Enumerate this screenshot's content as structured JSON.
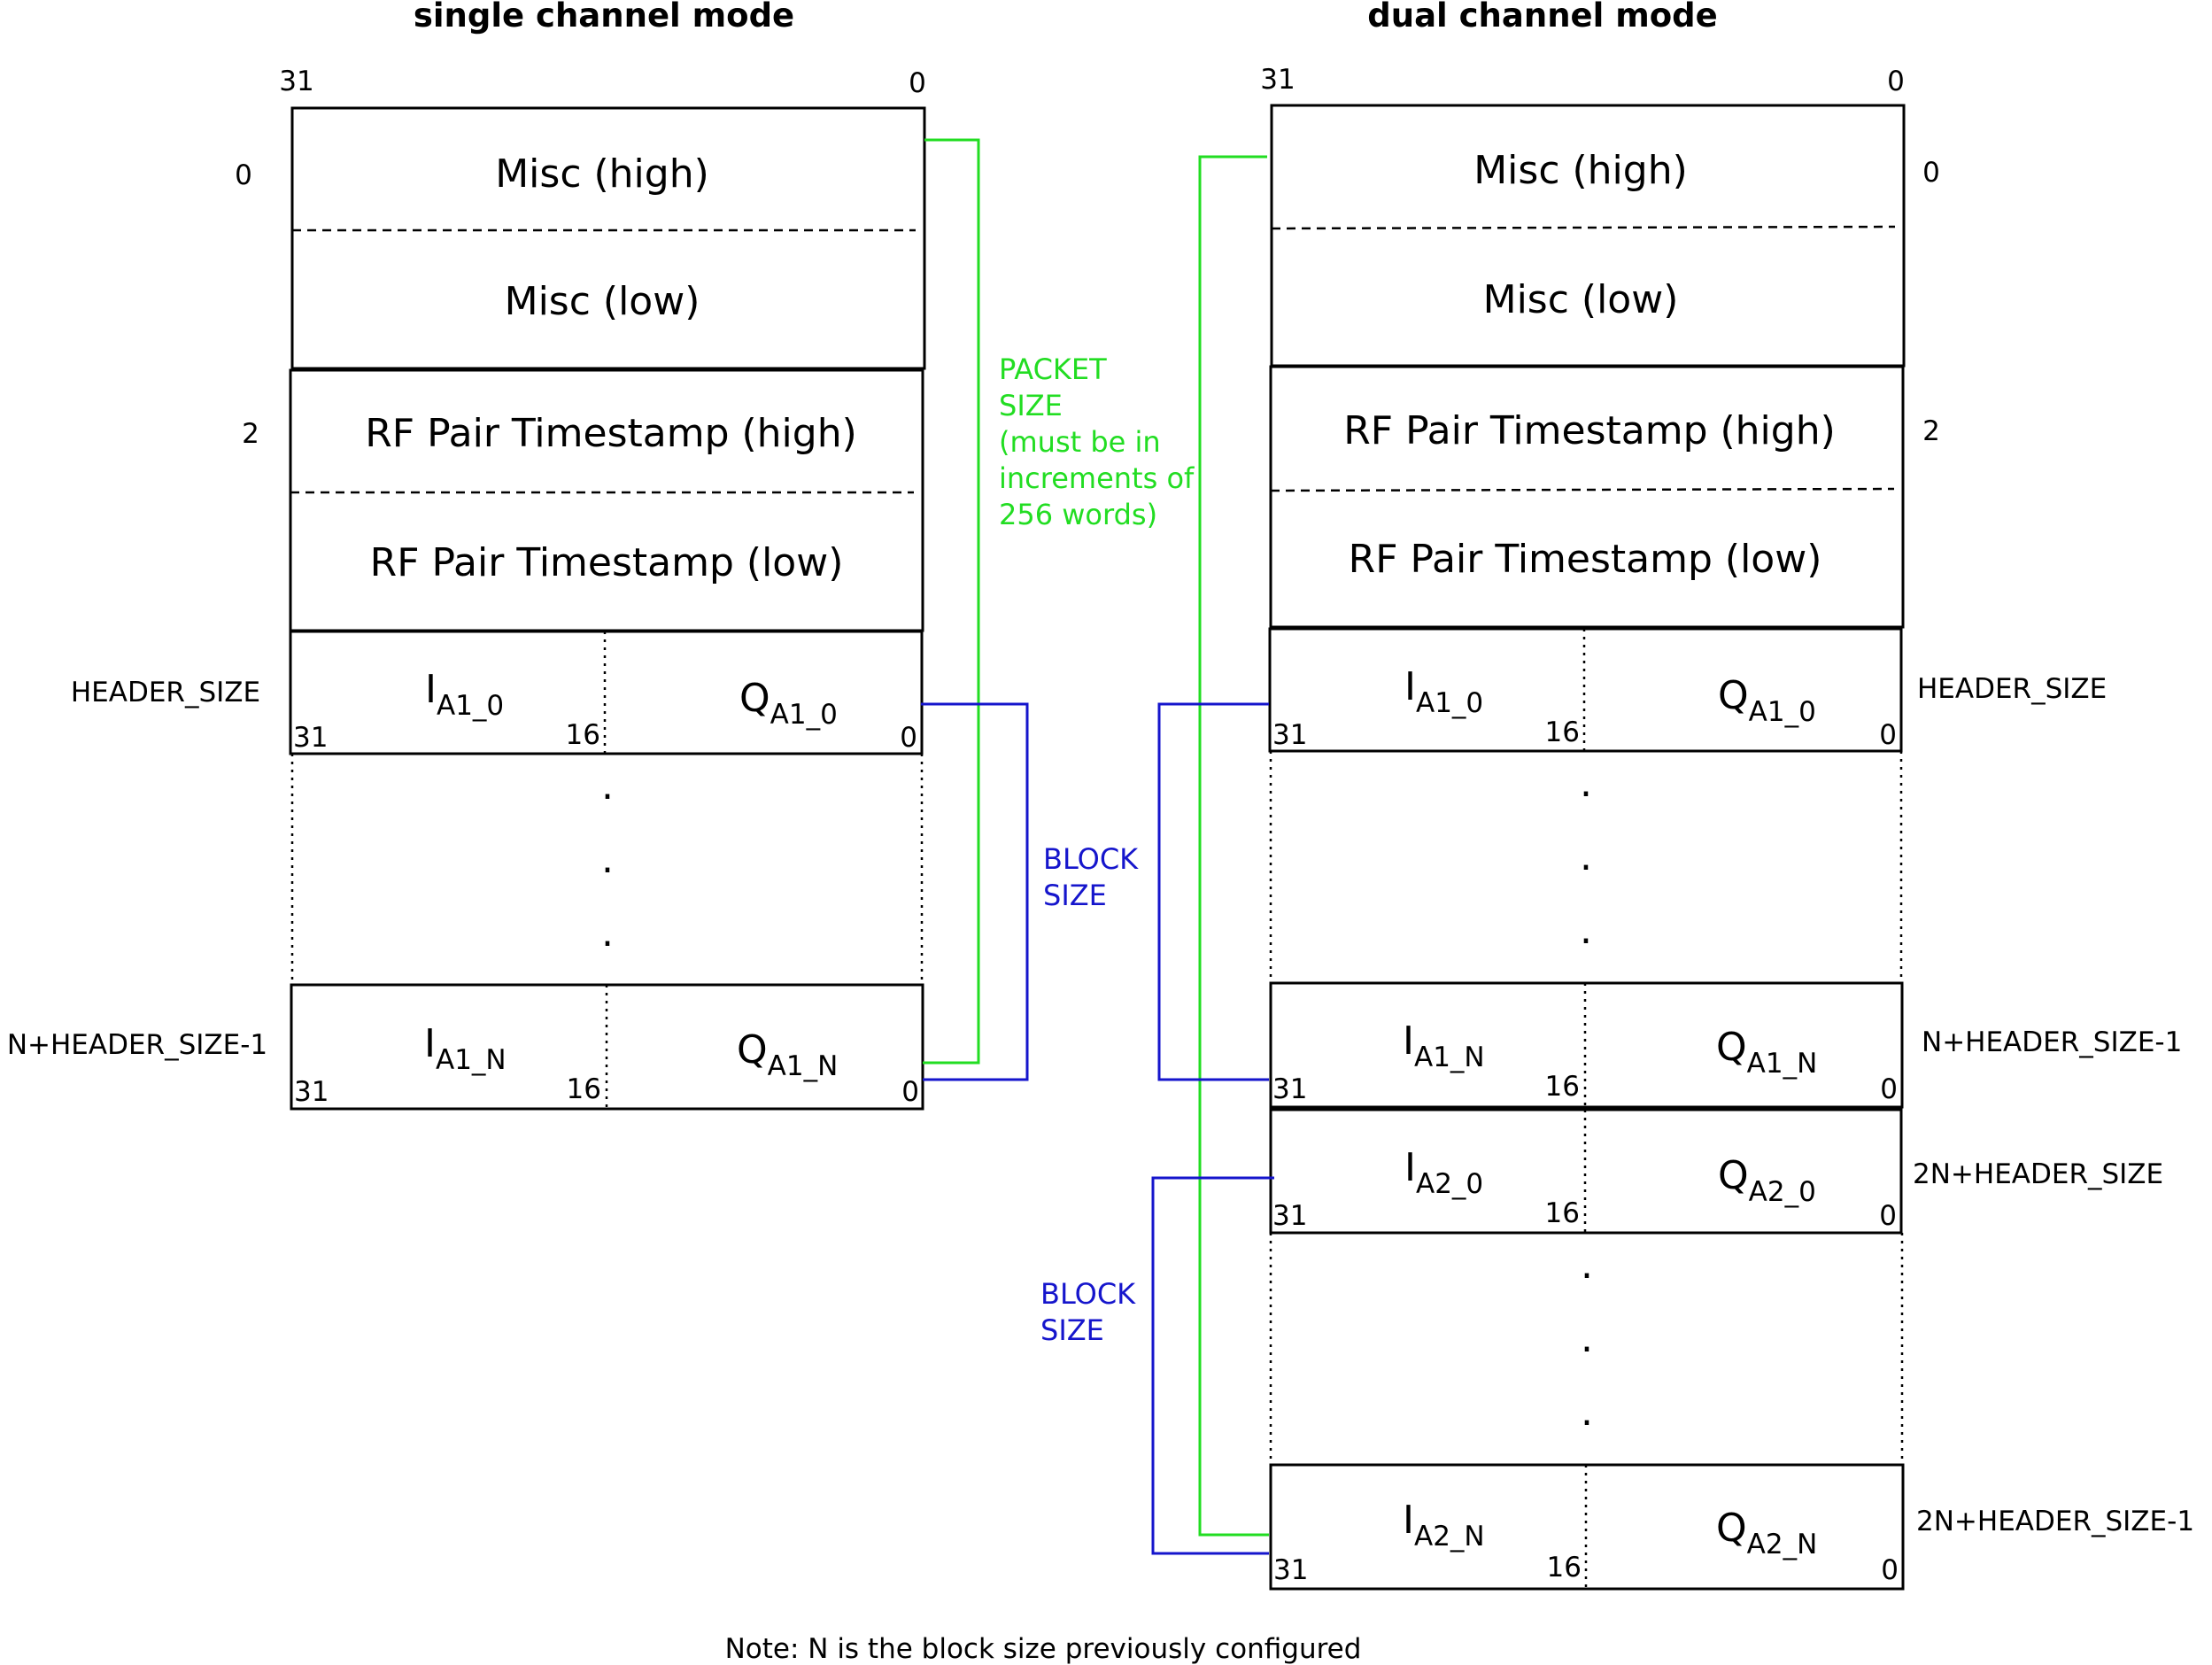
{
  "titles": {
    "single": "single channel mode",
    "dual": "dual channel mode"
  },
  "bit_labels": {
    "msb": "31",
    "mid": "16",
    "lsb": "0"
  },
  "row_indices": {
    "misc": "0",
    "timestamp": "2"
  },
  "header_fields": {
    "misc_high": "Misc (high)",
    "misc_low": "Misc (low)",
    "ts_high": "RF Pair Timestamp (high)",
    "ts_low": "RF Pair Timestamp (low)"
  },
  "single_rows": {
    "first": {
      "label": "HEADER_SIZE",
      "i_sub": "A1_0",
      "q_sub": "A1_0"
    },
    "last": {
      "label": "N+HEADER_SIZE-1",
      "i_sub": "A1_N",
      "q_sub": "A1_N"
    }
  },
  "dual_rows": {
    "a1_first": {
      "label": "HEADER_SIZE",
      "i_sub": "A1_0",
      "q_sub": "A1_0"
    },
    "a1_last": {
      "label": "N+HEADER_SIZE-1",
      "i_sub": "A1_N",
      "q_sub": "A1_N"
    },
    "a2_first": {
      "label": "2N+HEADER_SIZE",
      "i_sub": "A2_0",
      "q_sub": "A2_0"
    },
    "a2_last": {
      "label": "2N+HEADER_SIZE-1",
      "i_sub": "A2_N",
      "q_sub": "A2_N"
    }
  },
  "iq_letters": {
    "i": "I",
    "q": "Q"
  },
  "packet_size": {
    "lines": [
      "PACKET",
      "SIZE",
      "(must be in",
      "increments of",
      "256 words)"
    ],
    "color": "#22dd22"
  },
  "block_size": {
    "lines": [
      "BLOCK",
      "SIZE"
    ],
    "color": "#1515cc"
  },
  "ellipsis": ".",
  "note": "Note: N is the block size previously configured"
}
